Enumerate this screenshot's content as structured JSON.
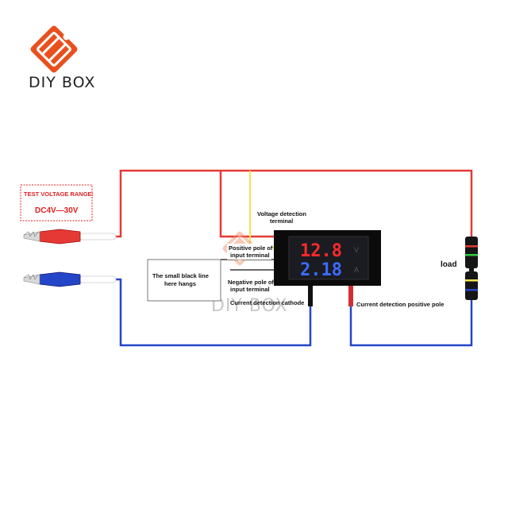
{
  "brand": {
    "name": "DIY BOX",
    "watermark": "DIY BOX",
    "color": "#e8501e"
  },
  "test_box": {
    "title": "TEST VOLTAGE RANGE:",
    "range": "DC4V—30V"
  },
  "labels": {
    "voltage_terminal": [
      "Voltage detection",
      "terminal"
    ],
    "positive_input": [
      "Positive pole of",
      "input terminal"
    ],
    "negative_input": [
      "Negative pole of",
      "input terminal"
    ],
    "black_line": [
      "The small black line",
      "here hangs"
    ],
    "current_cathode": "Current detection cathode",
    "current_positive": "Current detection positive pole",
    "load": "load"
  },
  "meter": {
    "voltage_reading": "12.8",
    "current_reading": "2.18",
    "voltage_color": "#ff2a2a",
    "current_color": "#3a6cff"
  },
  "colors": {
    "red_wire": "#e53935",
    "blue_wire": "#2545c8",
    "yellow_wire": "#f2e24a"
  }
}
